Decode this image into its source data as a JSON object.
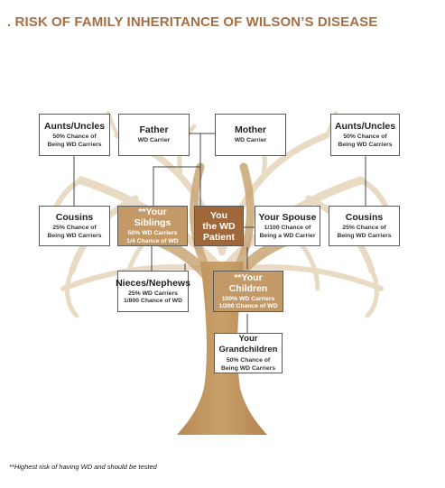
{
  "title": ". RISK OF FAMILY INHERITANCE OF WILSON’S DISEASE",
  "nodes": {
    "aunts_left": {
      "name": "Aunts/Uncles",
      "desc": [
        "50% Chance of",
        "Being WD Carriers"
      ]
    },
    "father": {
      "name": "Father",
      "desc": [
        "WD Carrier"
      ]
    },
    "mother": {
      "name": "Mother",
      "desc": [
        "WD Carrier"
      ]
    },
    "aunts_right": {
      "name": "Aunts/Uncles",
      "desc": [
        "50% Chance of",
        "Being WD Carriers"
      ]
    },
    "cousins_left": {
      "name": "Cousins",
      "desc": [
        "25% Chance of",
        "Being WD Carriers"
      ]
    },
    "siblings": {
      "name": "**Your Siblings",
      "desc": [
        "50% WD Carriers",
        "1/4 Chance of WD"
      ]
    },
    "you": {
      "name": [
        "You",
        "the WD",
        "Patient"
      ]
    },
    "spouse": {
      "name": "Your Spouse",
      "desc": [
        "1/100 Chance of",
        "Being a WD Carrier"
      ]
    },
    "cousins_right": {
      "name": "Cousins",
      "desc": [
        "25% Chance of",
        "Being WD Carriers"
      ]
    },
    "nieces": {
      "name": "Nieces/Nephews",
      "desc": [
        "25% WD Carriers",
        "1/800 Chance of WD"
      ]
    },
    "children": {
      "name": "**Your Children",
      "desc": [
        "100% WD Carriers",
        "1/200 Chance of WD"
      ]
    },
    "grandchildren": {
      "name": "Your Grandchildren",
      "desc": [
        "50% Chance of",
        "Being WD Carriers"
      ]
    }
  },
  "footnote": "**Highest risk of having WD and should be tested",
  "colors": {
    "title": "#a86f45",
    "tree": "#c9a676",
    "highlight_box": "#c39a67",
    "patient_box": "#a0683a"
  }
}
